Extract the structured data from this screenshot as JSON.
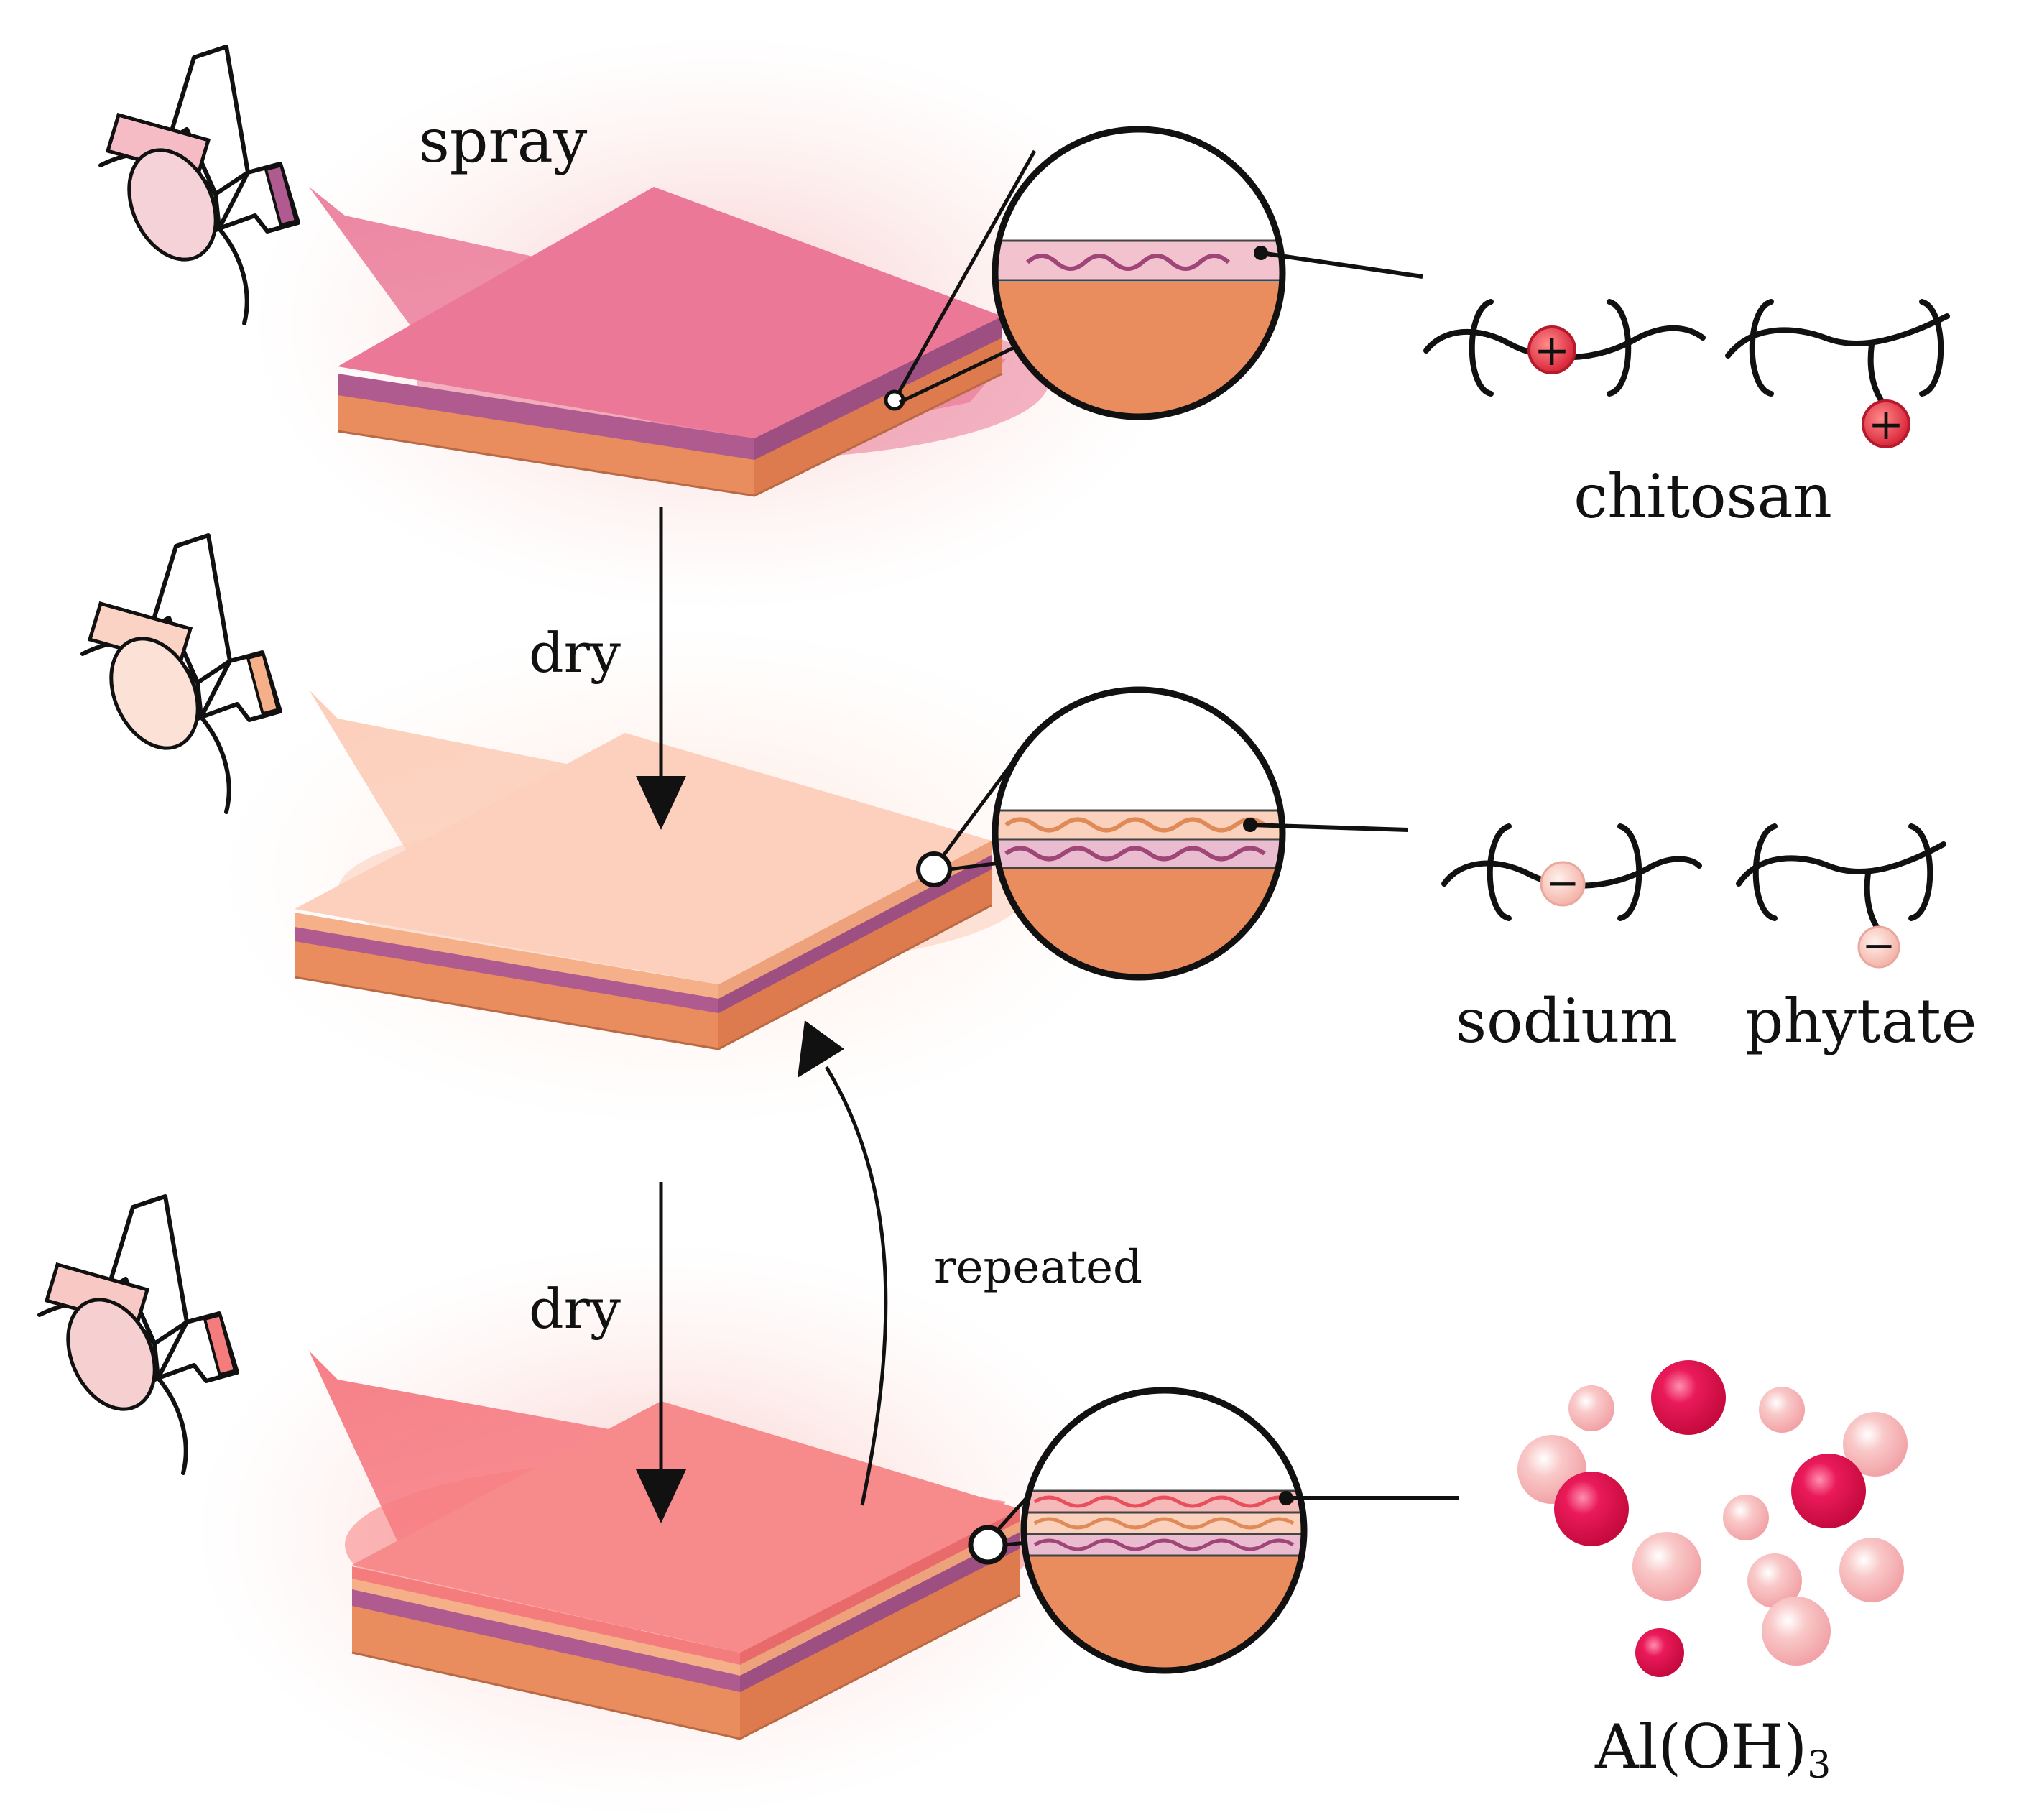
{
  "labels": {
    "spray": "spray",
    "dry_1": "dry",
    "dry_2": "dry",
    "repeated": "repeated",
    "chitosan": "chitosan",
    "sodium": "sodium",
    "phytate": "phytate",
    "aloh3_main": "Al(OH)",
    "aloh3_sub": "3"
  },
  "symbols": {
    "positive_charge": "+",
    "negative_charge": "−"
  },
  "colors": {
    "chitosan_layer": "#b05b8f",
    "chitosan_spray": "#e8799a",
    "phytate_layer": "#f5b08a",
    "phytate_spray": "#fcd0bd",
    "aloh3_layer": "#f57c7c",
    "aloh3_spray": "#f77d80",
    "substrate": "#e98c5e",
    "positive_ion": "#e0364c",
    "negative_ion": "#f7c5bb",
    "particle_dark": "#e0104e",
    "particle_light": "#f7b5b8",
    "outline": "#111111"
  },
  "icons": [
    "spray-bottle-icon",
    "magnifier-circle-icon",
    "down-arrow-icon",
    "curved-arrow-icon"
  ]
}
